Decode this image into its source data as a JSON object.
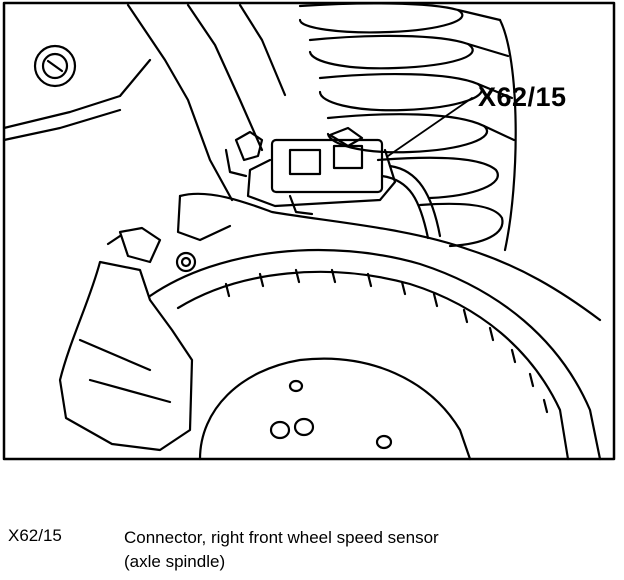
{
  "diagram": {
    "callout_label": "X62/15",
    "legend": [
      {
        "code": "X62/15",
        "description_line1": "Connector, right front wheel speed sensor",
        "description_line2": "(axle spindle)"
      }
    ]
  },
  "colors": {
    "ink": "#000000",
    "paper": "#ffffff"
  }
}
